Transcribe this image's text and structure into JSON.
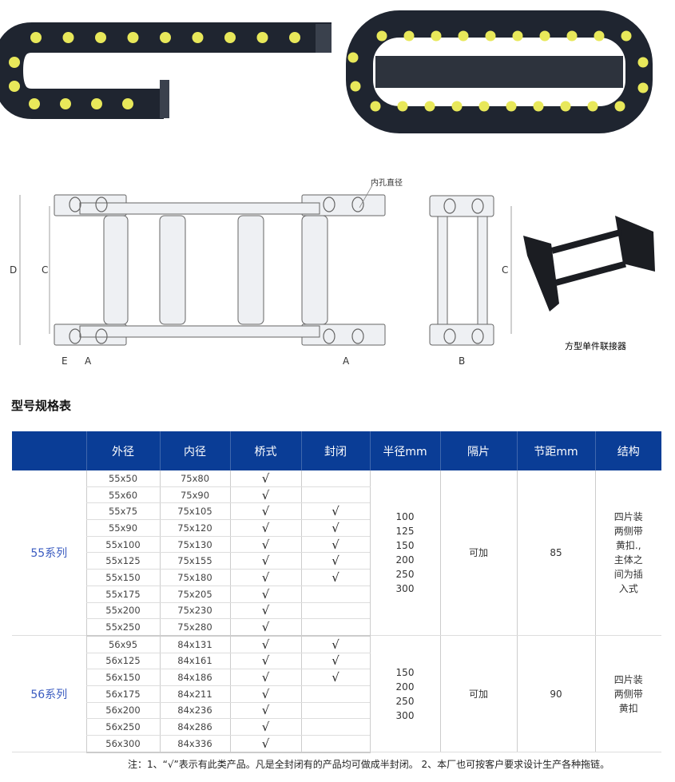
{
  "diagram": {
    "hole_label": "内孔直径",
    "dim_D": "D",
    "dim_C": "C",
    "dim_E": "E",
    "dim_A": "A",
    "dim_B": "B",
    "connector_caption": "方型单件联接器"
  },
  "section_title": "型号规格表",
  "table": {
    "headers": [
      "",
      "外径",
      "内径",
      "桥式",
      "封闭",
      "半径mm",
      "隔片",
      "节距mm",
      "结构"
    ],
    "check": "√",
    "groups": [
      {
        "series": "55系列",
        "radius": "100\n125\n150\n200\n250\n300",
        "spacer": "可加",
        "pitch": "85",
        "structure": "四片装\n两侧带\n黄扣.,\n主体之\n间为插\n入式",
        "rows": [
          [
            "55x50",
            "75x80",
            true,
            false
          ],
          [
            "55x60",
            "75x90",
            true,
            false
          ],
          [
            "55x75",
            "75x105",
            true,
            true
          ],
          [
            "55x90",
            "75x120",
            true,
            true
          ],
          [
            "55x100",
            "75x130",
            true,
            true
          ],
          [
            "55x125",
            "75x155",
            true,
            true
          ],
          [
            "55x150",
            "75x180",
            true,
            true
          ],
          [
            "55x175",
            "75x205",
            true,
            false
          ],
          [
            "55x200",
            "75x230",
            true,
            false
          ],
          [
            "55x250",
            "75x280",
            true,
            false
          ]
        ]
      },
      {
        "series": "56系列",
        "radius": "150\n200\n250\n300",
        "spacer": "可加",
        "pitch": "90",
        "structure": "四片装\n两侧带\n黄扣",
        "rows": [
          [
            "56x95",
            "84x131",
            true,
            true
          ],
          [
            "56x125",
            "84x161",
            true,
            true
          ],
          [
            "56x150",
            "84x186",
            true,
            true
          ],
          [
            "56x175",
            "84x211",
            true,
            false
          ],
          [
            "56x200",
            "84x236",
            true,
            false
          ],
          [
            "56x250",
            "84x286",
            true,
            false
          ],
          [
            "56x300",
            "84x336",
            true,
            false
          ]
        ]
      }
    ]
  },
  "note": "注：1、“√”表示有此类产品。凡是全封闭有的产品均可做成半封闭。 2、本厂也可按客户要求设计生产各种拖链。",
  "colors": {
    "header": "#0a3d96",
    "series": "#3a5bc0",
    "chain": "#1f2530",
    "dot": "#e8e85a"
  }
}
